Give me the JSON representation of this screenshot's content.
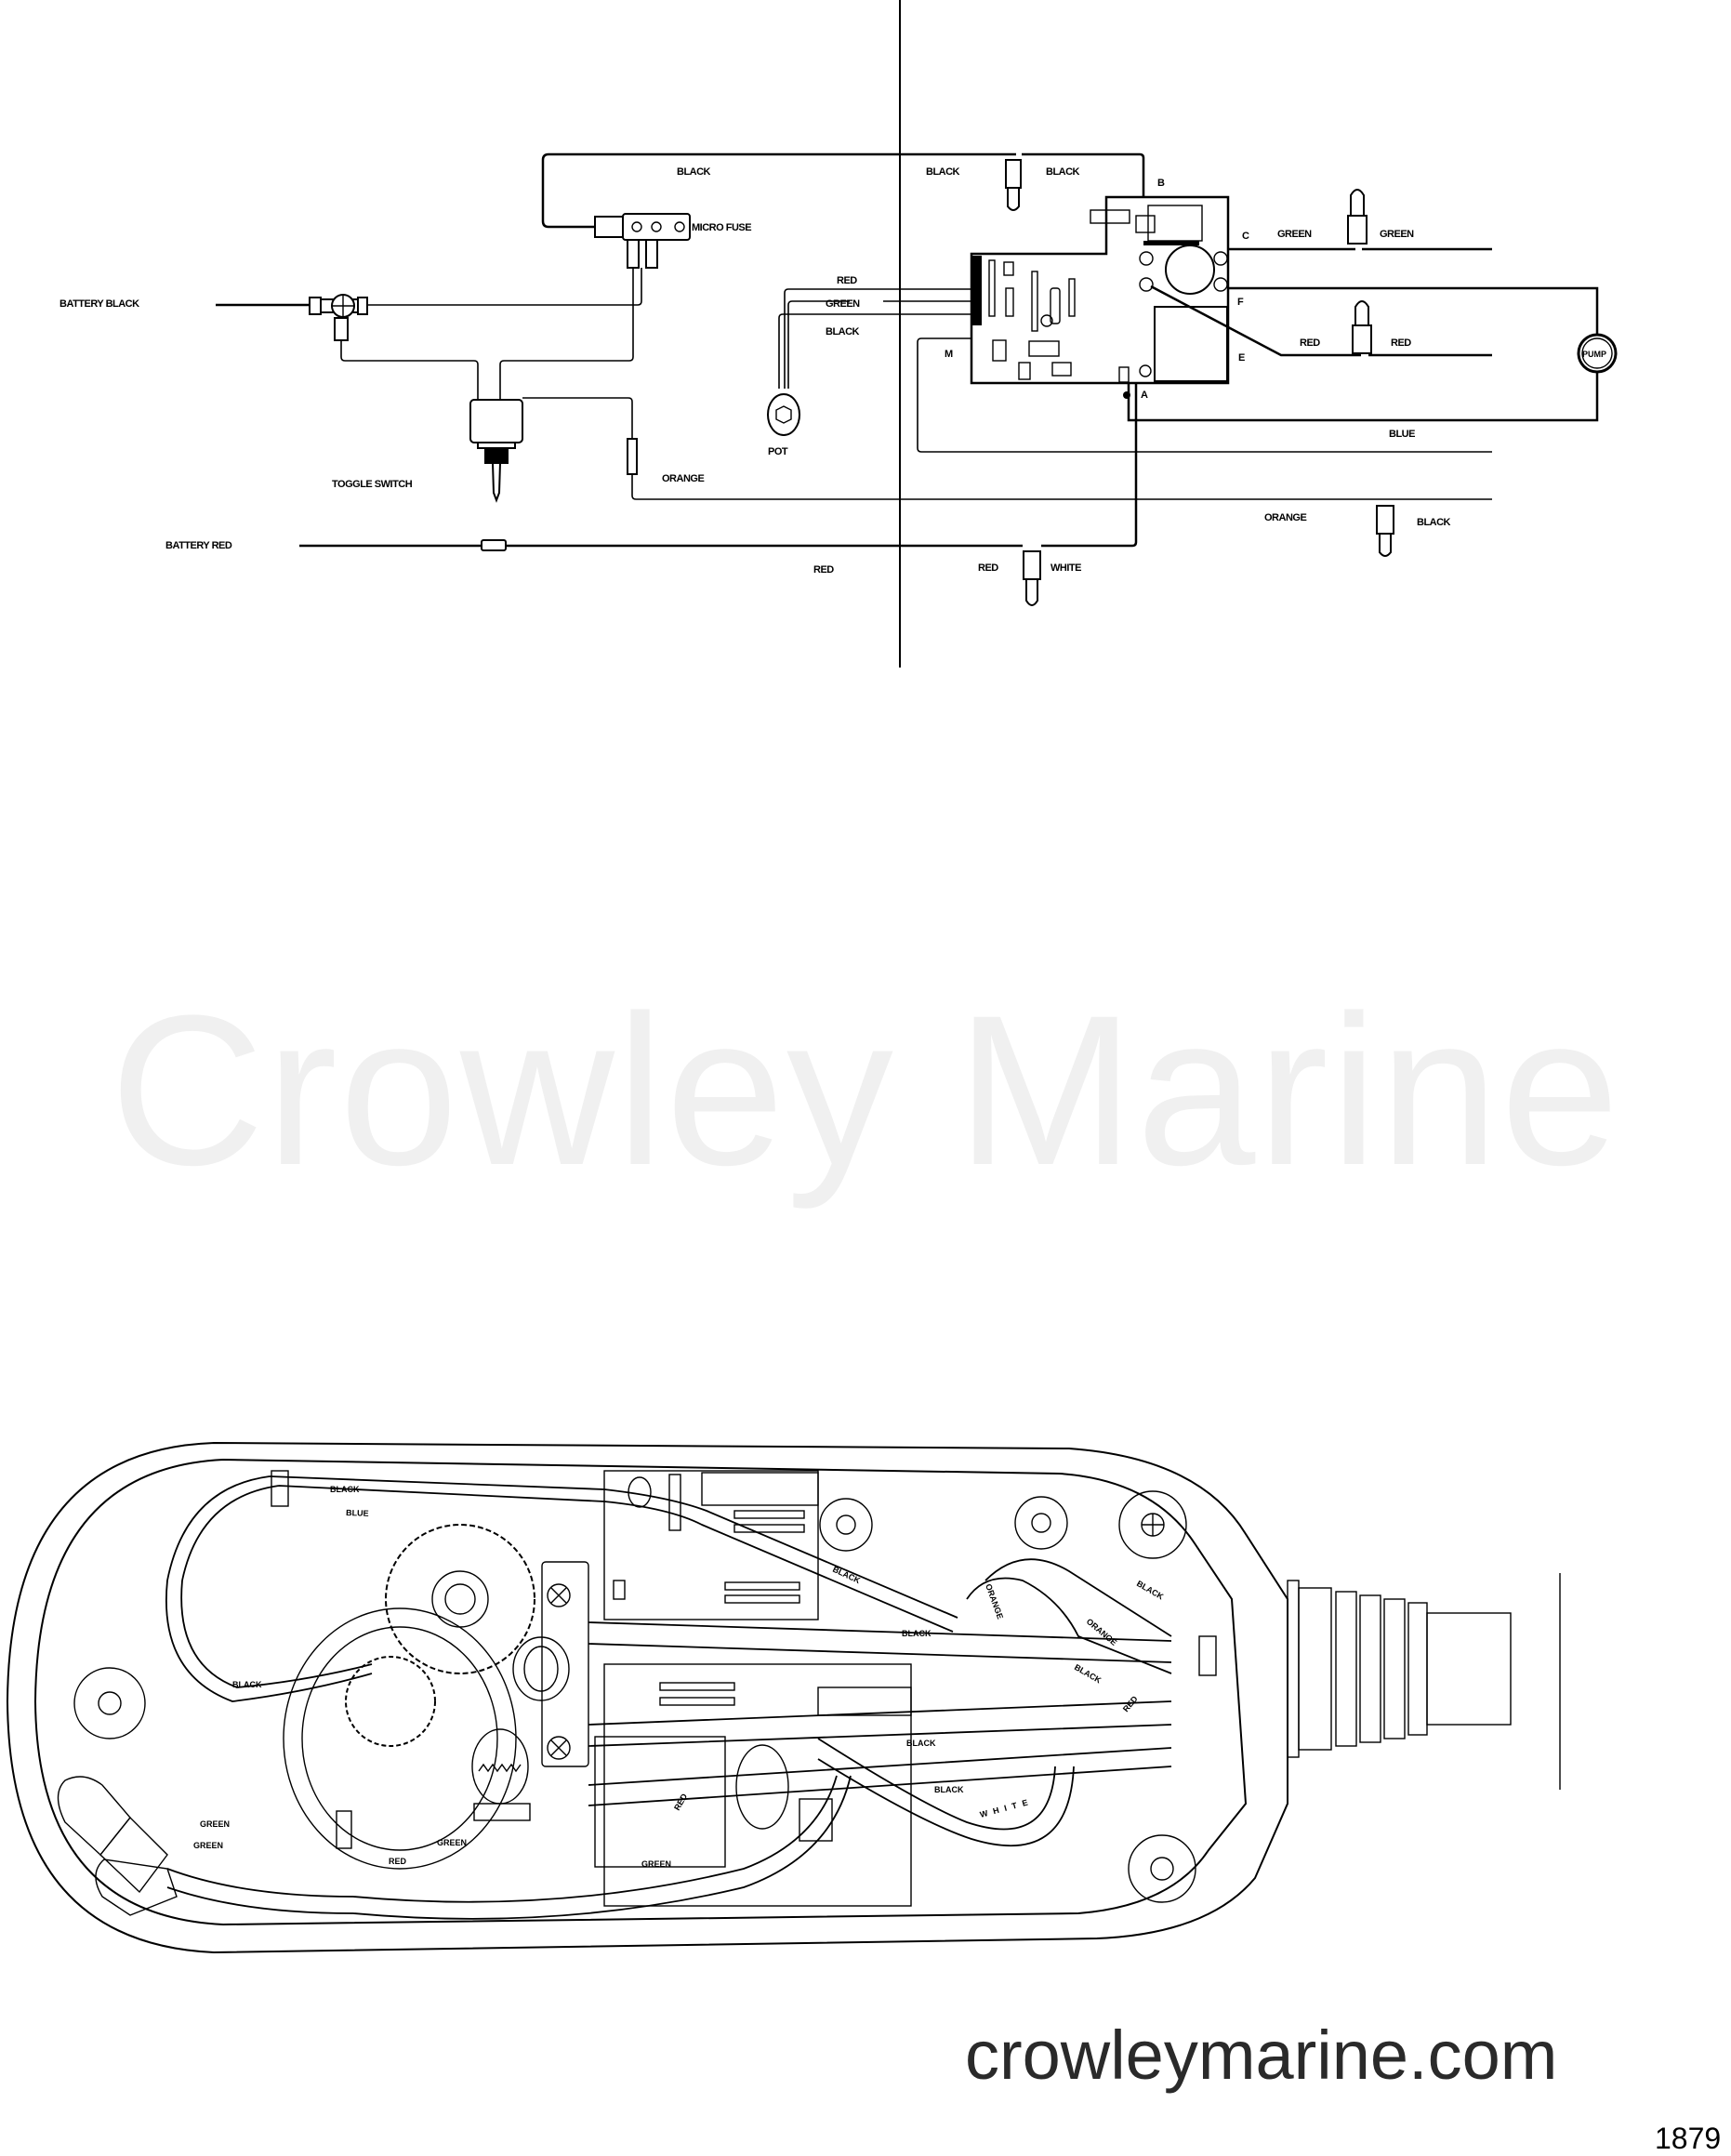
{
  "watermark": "Crowley Marine",
  "website": "crowleymarine.com",
  "figure_number": "1879",
  "schematic": {
    "components": {
      "micro_fuse": "MICRO FUSE",
      "toggle_switch": "TOGGLE SWITCH",
      "pot": "POT",
      "pump": "PUMP",
      "battery_black": "BATTERY BLACK",
      "battery_red": "BATTERY RED"
    },
    "wire_labels": {
      "black_top_left": "BLACK",
      "black_top_mid": "BLACK",
      "black_top_right": "BLACK",
      "pot_red": "RED",
      "pot_green": "GREEN",
      "pot_black": "BLACK",
      "green_left": "GREEN",
      "green_right": "GREEN",
      "red_left": "RED",
      "red_right": "RED",
      "blue": "BLUE",
      "orange_switch": "ORANGE",
      "orange_right": "ORANGE",
      "black_right": "BLACK",
      "red_bottom": "RED",
      "red_conn": "RED",
      "white_conn": "WHITE"
    },
    "terminals": {
      "B": "B",
      "C": "C",
      "F": "F",
      "E": "E",
      "M": "M",
      "A": "A"
    }
  },
  "assembly": {
    "wire_labels": {
      "black_1": "BLACK",
      "blue": "BLUE",
      "black_2": "BLACK",
      "black_3": "BLACK",
      "black_4": "BLACK",
      "black_5": "BLACK",
      "black_6": "BLACK",
      "black_7": "BLACK",
      "black_8": "BLACK",
      "orange_1": "ORANGE",
      "orange_2": "ORANGE",
      "green_1": "GREEN",
      "green_2": "GREEN",
      "green_3": "GREEN",
      "green_4": "GREEN",
      "red_1": "RED",
      "red_2": "RED",
      "red_3": "RED",
      "white": "WHITE"
    }
  }
}
